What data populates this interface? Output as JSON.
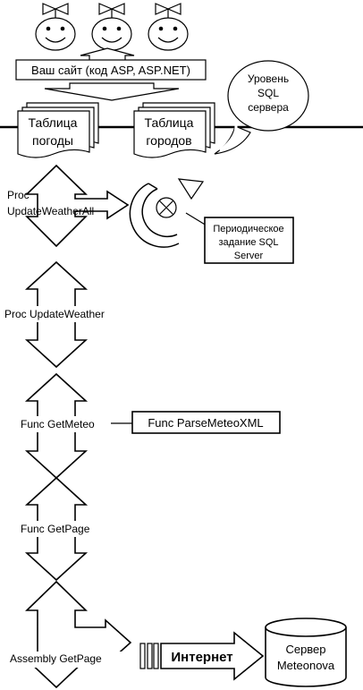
{
  "site_box": {
    "label": "Ваш сайт (код ASP, ASP.NET)"
  },
  "sql_level": {
    "line1": "Уровень",
    "line2": "SQL",
    "line3": "сервера"
  },
  "tables": {
    "weather": {
      "line1": "Таблица",
      "line2": "погоды"
    },
    "cities": {
      "line1": "Таблица",
      "line2": "городов"
    }
  },
  "stages": {
    "update_all": {
      "line1": "Proc",
      "line2": "UpdateWeatherAll"
    },
    "update_weather": {
      "label": "Proc UpdateWeather"
    },
    "get_meteo": {
      "label": "Func GetMeteo"
    },
    "get_page": {
      "label": "Func GetPage"
    },
    "assembly": {
      "label": "Assembly GetPage"
    }
  },
  "job_box": {
    "line1": "Периодическое",
    "line2": "задание SQL",
    "line3": "Server"
  },
  "parse_box": {
    "label": "Func ParseMeteoXML"
  },
  "internet": {
    "label": "Интернет"
  },
  "server": {
    "line1": "Сервер",
    "line2": "Meteonova"
  }
}
